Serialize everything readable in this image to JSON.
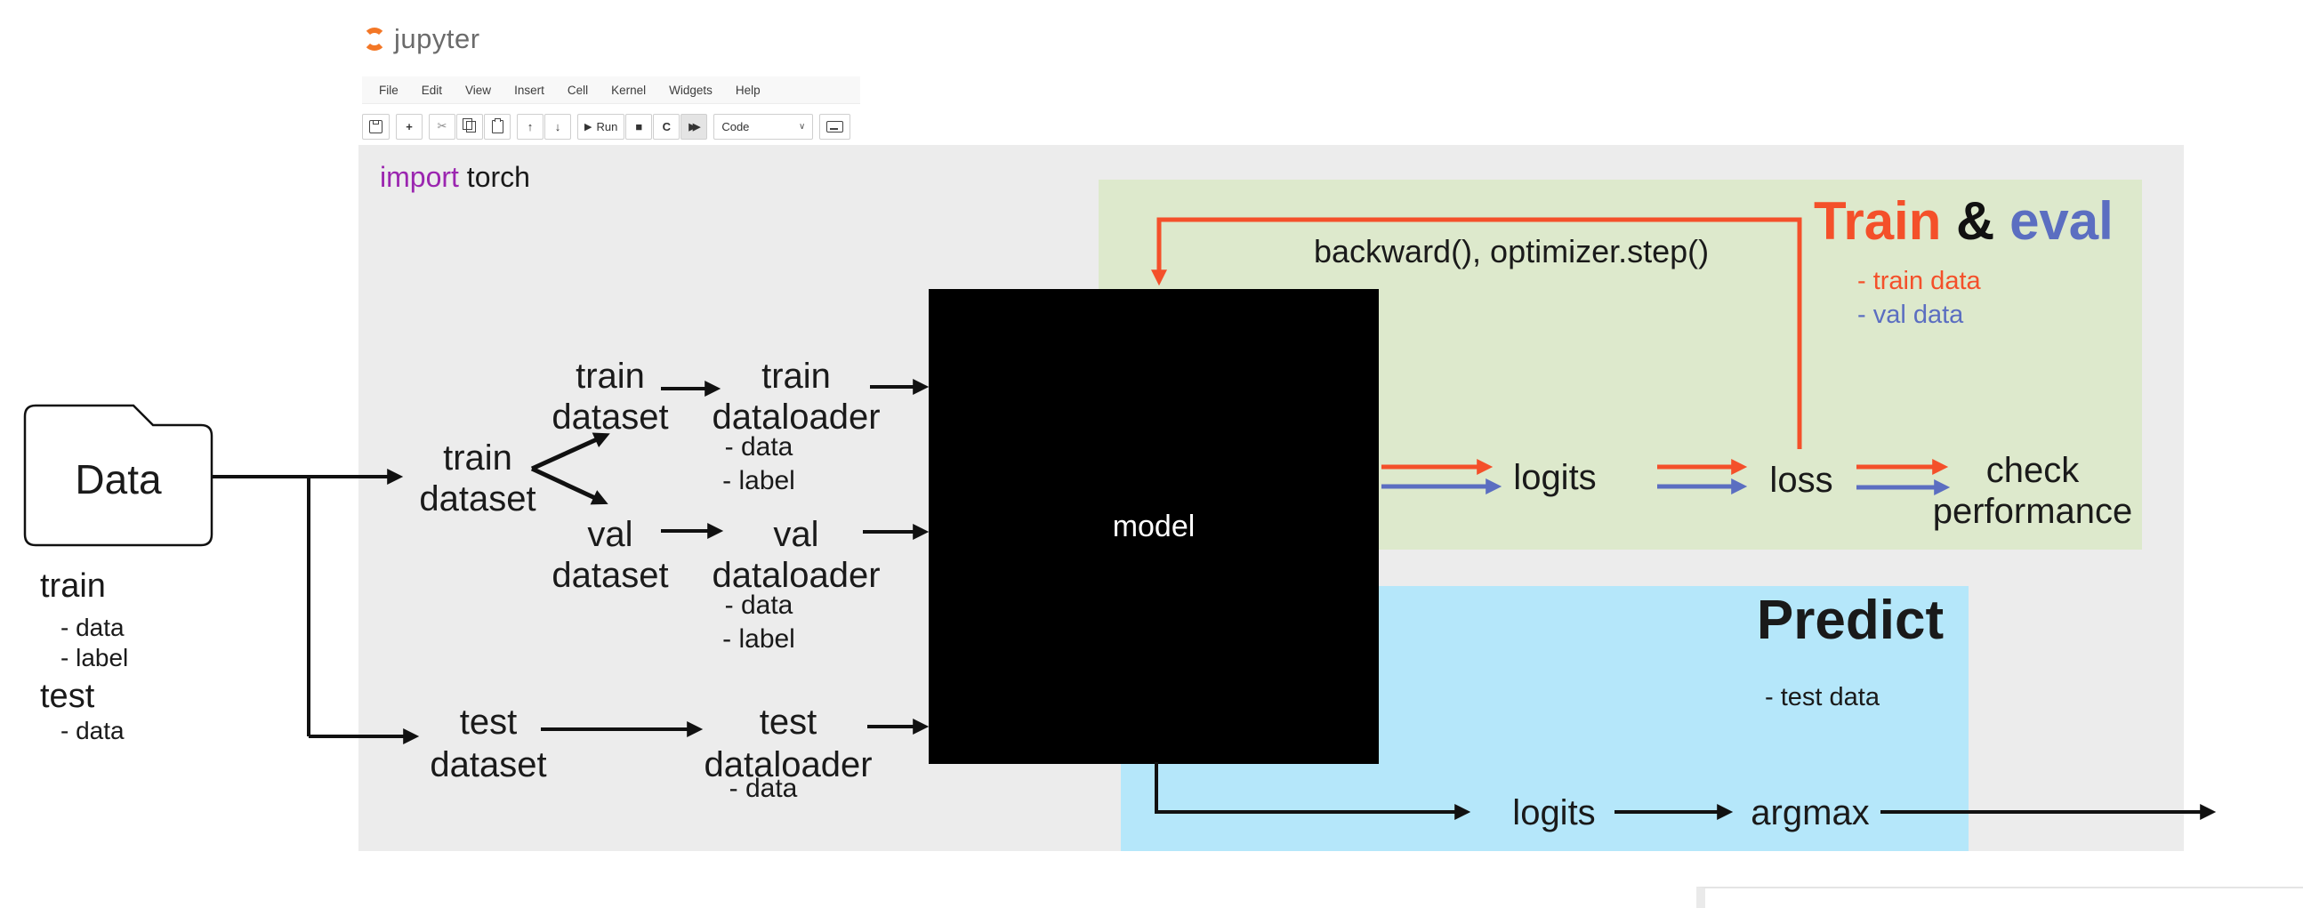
{
  "colors": {
    "accent_orange_logo": "#f37726",
    "red_arrow": "#f4502a",
    "blue_arrow": "#5b6ec1",
    "green_region_bg": "#dde9cc",
    "blue_region_bg": "#b5e7fa",
    "cell_bg": "#ececec",
    "keyword_purple": "#9b26b0"
  },
  "header": {
    "logo": "jupyter",
    "menu": [
      "File",
      "Edit",
      "View",
      "Insert",
      "Cell",
      "Kernel",
      "Widgets",
      "Help"
    ],
    "toolbar": {
      "run": "Run",
      "cell_type": "Code"
    },
    "icons": {
      "add": "+",
      "cut": "✂",
      "up": "↑",
      "down": "↓",
      "play": "▶",
      "stop": "■",
      "restart": "C",
      "fast_forward": "▶▶",
      "caret": "∨"
    }
  },
  "code": {
    "keyword": "import",
    "module": " torch"
  },
  "data_panel": {
    "folder_label": "Data",
    "train": "train",
    "train_items": [
      "- data",
      "- label"
    ],
    "test": "test",
    "test_items": [
      "- data"
    ]
  },
  "flow": {
    "train_dataset_src": [
      "train",
      "dataset"
    ],
    "train_dataset": [
      "train",
      "dataset"
    ],
    "val_dataset": [
      "val",
      "dataset"
    ],
    "train_dataloader": [
      "train",
      "dataloader"
    ],
    "train_dl_items": [
      "- data",
      "- label"
    ],
    "val_dataloader": [
      "val",
      "dataloader"
    ],
    "val_dl_items": [
      "- data",
      "- label"
    ],
    "test_dataset": [
      "test",
      "dataset"
    ],
    "test_dataloader": [
      "test",
      "dataloader"
    ],
    "test_dl_items": [
      "- data"
    ],
    "model": "model"
  },
  "train_eval": {
    "title_train": "Train",
    "title_amp": " & ",
    "title_eval": "eval",
    "bullet_train": "- train data",
    "bullet_val": "- val data",
    "backward": "backward(), optimizer.step()",
    "logits": "logits",
    "loss": "loss",
    "check": [
      "check",
      "performance"
    ]
  },
  "predict": {
    "title": "Predict",
    "bullet": "- test data",
    "logits": "logits",
    "argmax": "argmax"
  }
}
